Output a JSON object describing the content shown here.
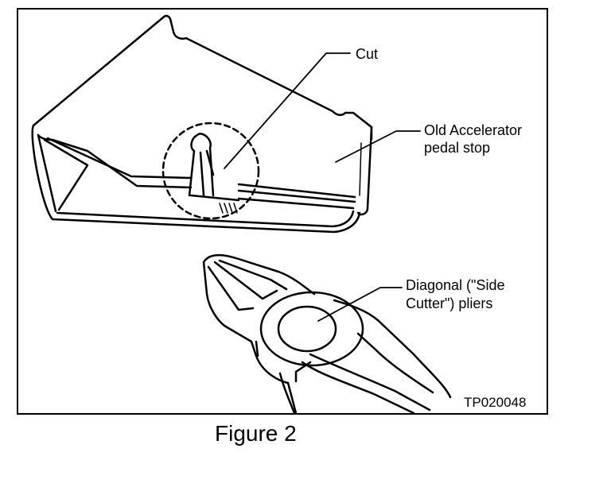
{
  "labels": {
    "cut": "Cut",
    "stop_line1": "Old Accelerator",
    "stop_line2": "pedal stop",
    "pliers_line1": "Diagonal (\"Side",
    "pliers_line2": "Cutter\") pliers",
    "code": "TP020048"
  },
  "caption": "Figure 2",
  "colors": {
    "ink": "#000000",
    "paper": "#ffffff"
  }
}
